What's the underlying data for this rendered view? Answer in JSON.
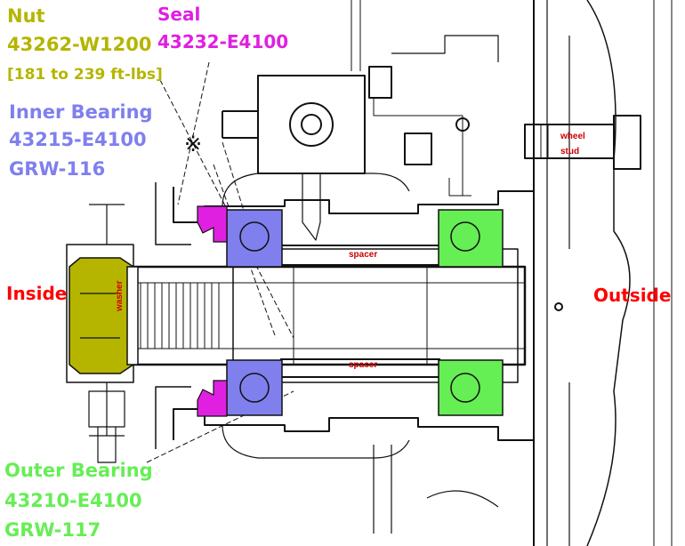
{
  "colors": {
    "nut": "#b5b500",
    "seal": "#e020e0",
    "inner_bearing": "#7f7fee",
    "outer_bearing": "#66ee55",
    "side": "#ff0000",
    "small_label": "#cc0000",
    "line": "#111111"
  },
  "labels": {
    "nut_title": "Nut",
    "nut_part": "43262-W1200",
    "nut_torque": "[181 to 239 ft-lbs]",
    "seal_title": "Seal",
    "seal_part": "43232-E4100",
    "inner_title": "Inner Bearing",
    "inner_part": "43215-E4100",
    "inner_alt": "GRW-116",
    "outer_title": "Outer Bearing",
    "outer_part": "43210-E4100",
    "outer_alt": "GRW-117",
    "inside": "Inside",
    "outside": "Outside",
    "washer": "washer",
    "spacer_top": "spacer",
    "spacer_bottom": "spacer",
    "wheel_stud_1": "wheel",
    "wheel_stud_2": "stud",
    "note_mark": "※"
  }
}
